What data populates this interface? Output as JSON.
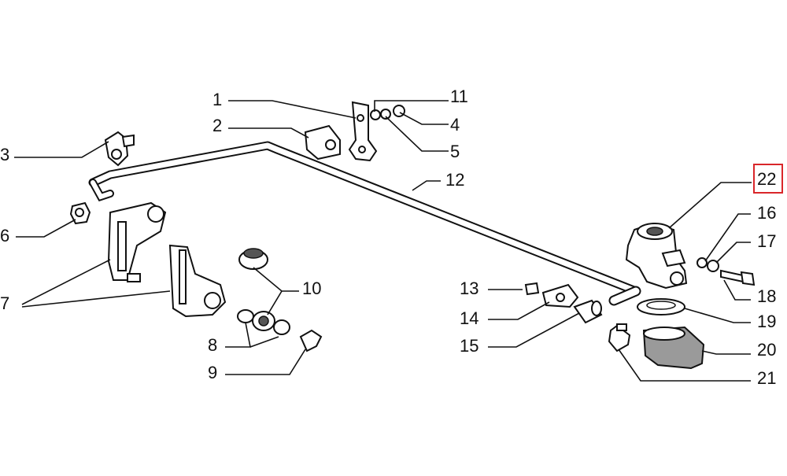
{
  "diagram": {
    "labels": [
      {
        "id": "1",
        "text": "1"
      },
      {
        "id": "2",
        "text": "2"
      },
      {
        "id": "3",
        "text": "3"
      },
      {
        "id": "4",
        "text": "4"
      },
      {
        "id": "5",
        "text": "5"
      },
      {
        "id": "6",
        "text": "6"
      },
      {
        "id": "7",
        "text": "7"
      },
      {
        "id": "8",
        "text": "8"
      },
      {
        "id": "9",
        "text": "9"
      },
      {
        "id": "10",
        "text": "10"
      },
      {
        "id": "11",
        "text": "11"
      },
      {
        "id": "12",
        "text": "12"
      },
      {
        "id": "13",
        "text": "13"
      },
      {
        "id": "14",
        "text": "14"
      },
      {
        "id": "15",
        "text": "15"
      },
      {
        "id": "16",
        "text": "16"
      },
      {
        "id": "17",
        "text": "17"
      },
      {
        "id": "18",
        "text": "18"
      },
      {
        "id": "19",
        "text": "19"
      },
      {
        "id": "20",
        "text": "20"
      },
      {
        "id": "21",
        "text": "21"
      }
    ],
    "highlighted": {
      "text": "22",
      "color": "#d9262a"
    }
  }
}
